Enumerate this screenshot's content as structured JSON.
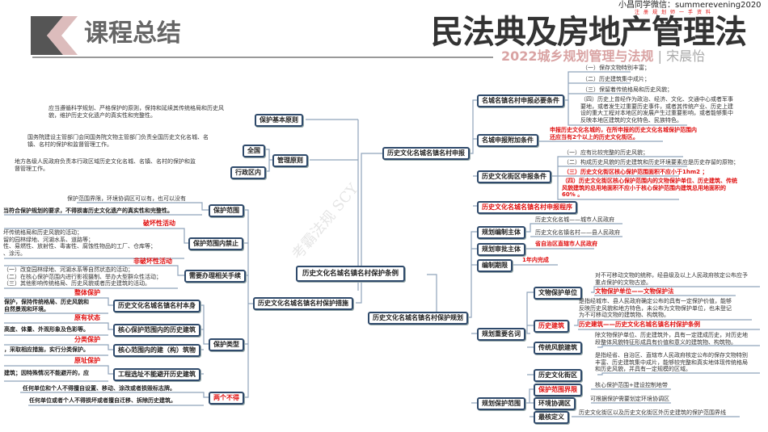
{
  "header": {
    "section_title": "课程总结",
    "main_title": "民法典及房地产管理法",
    "subtitle": "2022城乡规划管理与法规",
    "author": "宋晨怡",
    "contact": "小昌同学微信：summerevening2020",
    "tagline": "注册规划师一手资料",
    "watermark": "考霸法规 SCY"
  },
  "colors": {
    "accent_red": "#e01010",
    "node_border": "#2f4a6b",
    "subtitle_pink": "#d9a3a3",
    "chevron_gray": "#555555",
    "chevron_pink": "#dcbcbc"
  },
  "center": "历史文化名城名镇名村保护条例",
  "application": {
    "title": "历史文化名城名镇名村申报",
    "required": {
      "label": "名城名镇名村申报必要条件",
      "items": [
        "（一）保存文物特别丰富；",
        "（二）历史建筑集中成片；",
        "（三）保留着传统格局和历史风貌；",
        "（四）历史上曾经作为政治、经济、文化、交通中心或者军事\n要地，或者发生过重要历史事件，或者其传统产业、历史上建\n设的重大工程对本地区的发展产生过重要影响，或者能够集中\n反映本地区建筑的文化特色、民族特色。"
      ]
    },
    "additional": {
      "label": "名城申报附加条件",
      "text": "申报历史文化名城的，在所申报的历史文化名城保护范围内\n还应当有2个以上的历史文化街区。"
    },
    "district": {
      "label": "历史文化街区申报条件",
      "items": [
        "（一）应有比较完整的历史风貌；",
        "（二）构成历史风貌的历史建筑和历史环境要素应是历史存留的原物；",
        "（三）历史文化街区核心保护范围面积不应小于1hm2 ；",
        "（四）历史文化街区核心保护范围内的文物保护单位、历史建筑、传统\n风貌建筑的总用地面积不应小于核心保护范围内建筑总用地面积的\n60% 。"
      ]
    },
    "procedure": {
      "label": "历史文化名城名镇名村申报程序"
    }
  },
  "principles": {
    "basic": {
      "label": "保护基本原则",
      "text": "应当遵循科学规划、严格保护的原则，保持和延续其传统格局和历史风\n貌，维护历史文化遗产的真实性和完整性。"
    },
    "management": {
      "label": "管理原则",
      "national": {
        "label": "全国",
        "text": "国务院建设主管部门会同国务院文物主管部门负责全国历史文化名城、名\n镇、名村的保护和监督管理工作。"
      },
      "regional": {
        "label": "行政区内",
        "text": "地方各级人民政府负责本行政区域历史文化名城、名镇、名村的保护和监\n督管理工作。"
      }
    }
  },
  "measures": {
    "title": "历史文化名城名镇名村保护措施",
    "scope": {
      "label": "保护范围",
      "items": [
        "保护范围界限，环境协调区可以有，也可以没有",
        "当符合保护规划的要求，不得损害历史文化遗产的真实性和完整性。"
      ]
    },
    "prohibited": {
      "label": "保护范围内禁止",
      "tag": "破坏性活动",
      "text": "坏传统格局和历史风貌的活动；\n留的园林绿地、河湖水系、道路等；\n性、易燃性、放射性、毒害性、腐蚀性物品的工厂、仓库等；\n、涂污。"
    },
    "procedures": {
      "label": "需要办理相关手续",
      "tag": "非破坏性活动",
      "text": "（一）改变园林绿地、河湖水系等自然状态的活动；\n（二）在核心保护范围内进行影视摄制、举办大型群众性活动；\n（三）其他影响传统格局、历史风貌或者历史建筑的活动。"
    },
    "types": {
      "label": "保护类型",
      "items": [
        {
          "label": "历史文化名城名镇名村本身",
          "tag": "整体保护",
          "text": "保护，保持传统格局、历史风貌和\n自然景观和环境。"
        },
        {
          "label": "核心保护范围内的历史建筑",
          "tag": "原有状态",
          "text": "高度、体量、外观形象及色彩等。"
        },
        {
          "label": "核心范围内的建（构）筑物",
          "tag": "分类保护",
          "text": "，采取相应措施，实行分类保护。"
        },
        {
          "label": "工程选址不能避开历史建筑",
          "tag": "原址保护",
          "text": "建筑；因特殊情况不能避开的，应"
        }
      ]
    },
    "two_nots": {
      "label": "两个不得",
      "items": [
        "任何单位和个人不得擅自设置、移动、涂改或者损毁标志牌。",
        "任何单位或者个人不得损坏或者擅自迁移、拆除历史建筑。"
      ]
    }
  },
  "planning": {
    "title": "历史文化名城名镇名村保护规划",
    "compiler": {
      "label": "规划编制主体",
      "items": [
        "历史文化名城——城市人民政府",
        "历史文化名镇名村——县人民政府"
      ]
    },
    "approver": {
      "label": "规划审批主体",
      "text": "省自治区直辖市人民政府"
    },
    "period": {
      "label": "编制期限",
      "text": "1年内完成"
    },
    "terms": {
      "label": "规划重要名词",
      "items": [
        {
          "label": "文物保护单位",
          "text": "对不可移动文物的统称，经县级及以上人民政府核定公布应予\n重点保护的文物古迹。",
          "note": "文物保护单位——文物保护法"
        },
        {
          "label": "历史建筑",
          "text": "是指经城市、县人民政府确定公布的具有一定保护价值，能够\n反映历史风貌和地方特色，未公布为文物保护单位，也未登记\n为不可移动文物的建筑物、构筑物。",
          "note": "历史建筑——历史文化名城名镇名村保护条例"
        },
        {
          "label": "传统风貌建筑",
          "text": "除文物保护单位、历史建筑外，具有一定建成历史，对历史地\n段整体风貌特征形成具有价值和意义的建筑物、构筑物。"
        },
        {
          "label": "历史文化街区",
          "text": "是指经省、自治区、直辖市人民政府核定公布的保存文物特别\n丰富、历史建筑集中成片，能够较完整和真实地体现传统格局\n和历史风貌，并具有一定规模的区域。"
        }
      ]
    },
    "scope": {
      "label": "规划保护范围",
      "items": [
        {
          "label": "保护范围界限",
          "text": "核心保护范围+建设控制地带"
        },
        {
          "label": "环境协调区",
          "text": "可根据保护需要划定环境协调区"
        },
        {
          "label": "最核定义",
          "text": "历史文化街区以及历史文化街区外历史建筑的保护范围界线"
        }
      ]
    }
  }
}
